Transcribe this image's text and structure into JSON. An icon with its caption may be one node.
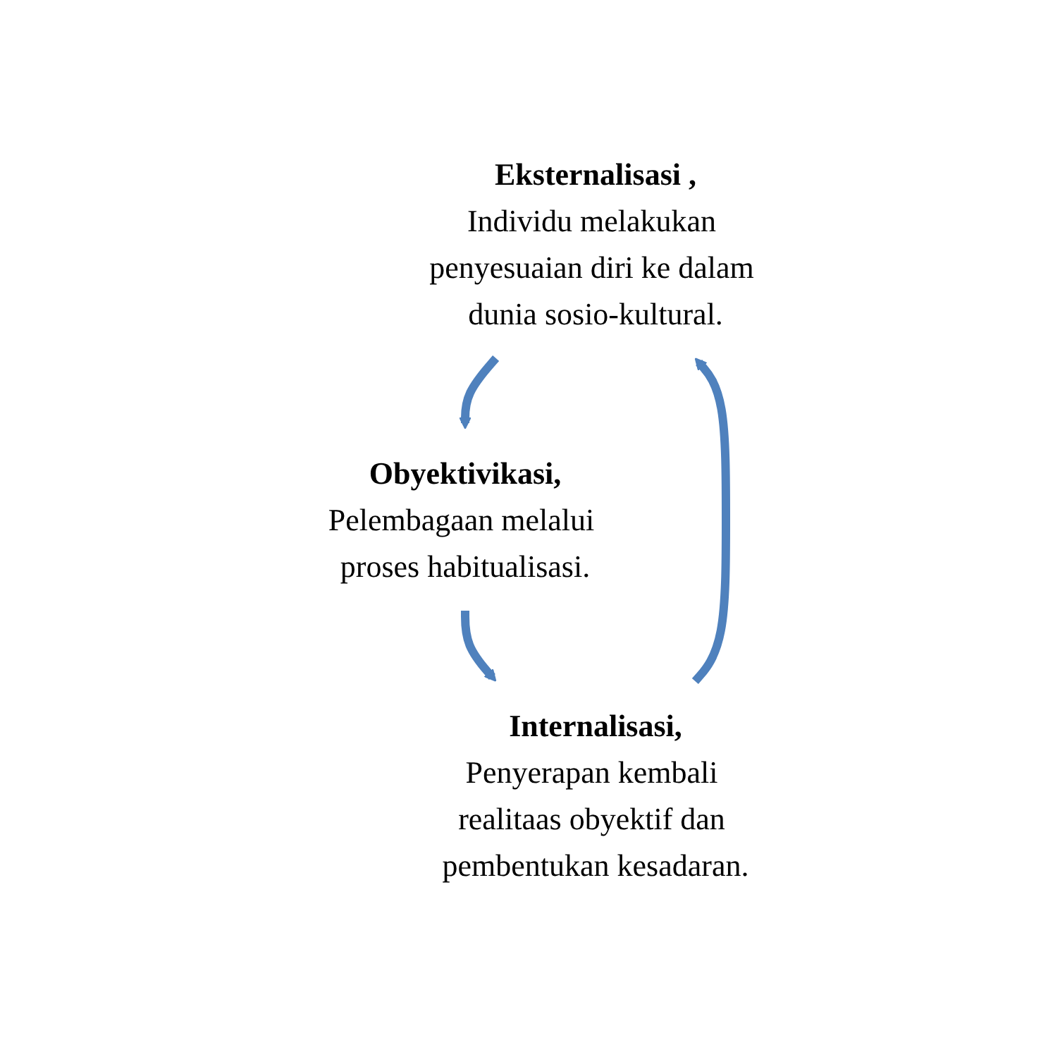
{
  "diagram": {
    "nodes": [
      {
        "text": [
          "Eksternalisasi ,",
          "Individu melakukan penyesuaian diri ke dalam dunia sosio-kultural."
        ]
      },
      {
        "text": [
          "Obyektivikasi,",
          "Pelembagaan melalui proses habitualisasi."
        ]
      },
      {
        "text": [
          "Internalisasi,",
          "Penyerapan kembali realitaas obyektif dan pembentukan kesadaran."
        ]
      }
    ],
    "edges": [
      {
        "from": 0,
        "to": 1,
        "arrow": "to"
      },
      {
        "from": 1,
        "to": 2,
        "arrow": "to"
      },
      {
        "from": 2,
        "to": 0,
        "arrow": "to"
      }
    ]
  }
}
